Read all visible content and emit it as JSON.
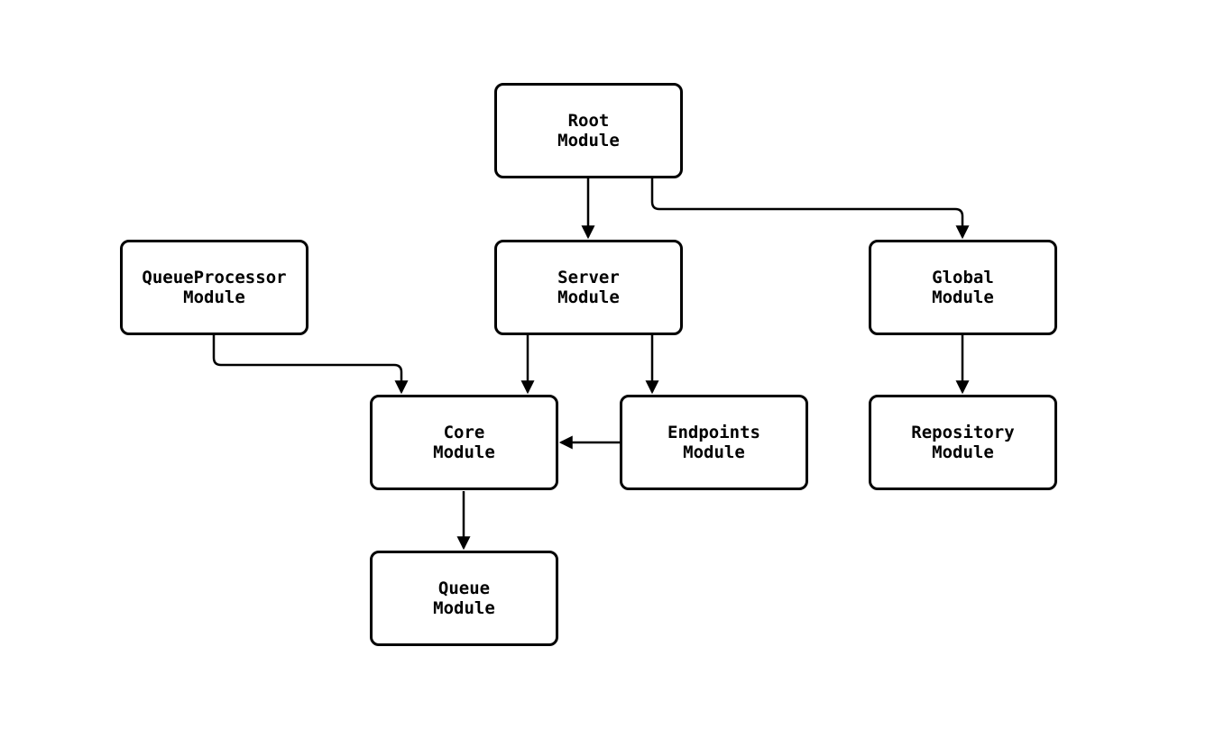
{
  "diagram": {
    "type": "flowchart",
    "direction": "top-down",
    "background_color": "#ffffff",
    "line_color": "#000000",
    "node_fill_color": "#ffffff",
    "node_border_color": "#000000",
    "nodes": [
      {
        "id": "root",
        "label": "Root\nModule"
      },
      {
        "id": "queueprocessor",
        "label": "QueueProcessor\nModule"
      },
      {
        "id": "server",
        "label": "Server\nModule"
      },
      {
        "id": "global",
        "label": "Global\nModule"
      },
      {
        "id": "core",
        "label": "Core\nModule"
      },
      {
        "id": "endpoints",
        "label": "Endpoints\nModule"
      },
      {
        "id": "repository",
        "label": "Repository\nModule"
      },
      {
        "id": "queue",
        "label": "Queue\nModule"
      }
    ],
    "edges": [
      {
        "from": "root",
        "to": "server"
      },
      {
        "from": "root",
        "to": "global"
      },
      {
        "from": "queueprocessor",
        "to": "core"
      },
      {
        "from": "server",
        "to": "core"
      },
      {
        "from": "server",
        "to": "endpoints"
      },
      {
        "from": "endpoints",
        "to": "core"
      },
      {
        "from": "core",
        "to": "queue"
      },
      {
        "from": "global",
        "to": "repository"
      }
    ]
  }
}
